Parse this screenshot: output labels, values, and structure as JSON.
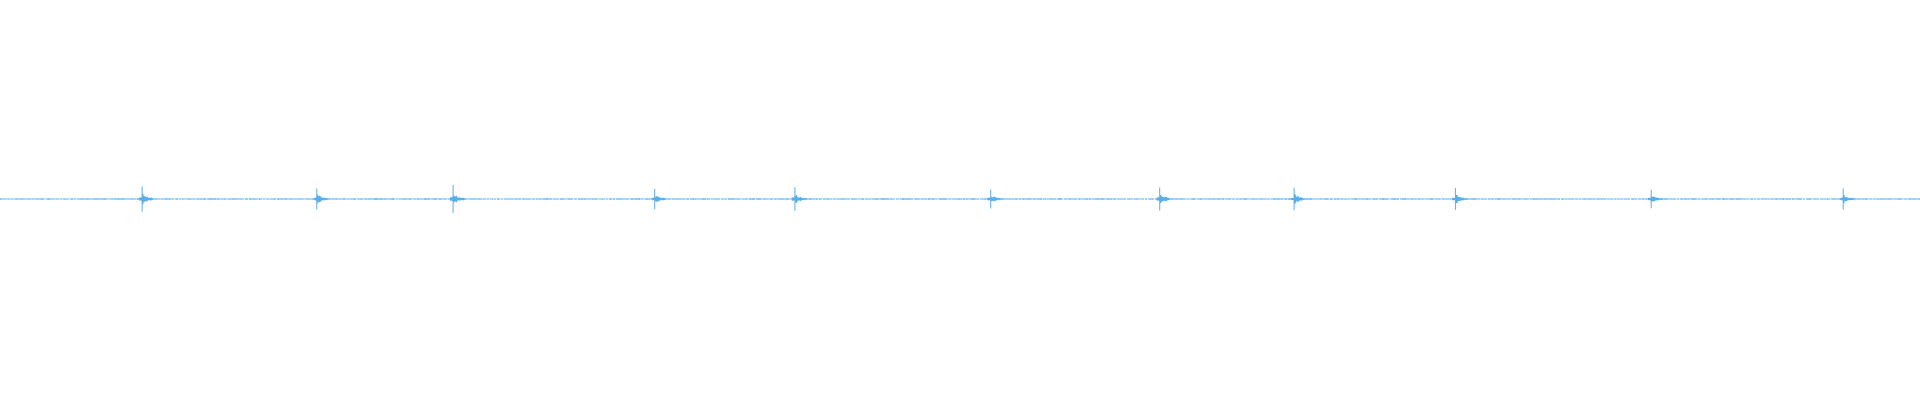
{
  "waveform": {
    "color": "#5aaee6",
    "background": "#ffffff",
    "peak_amplitudes": [
      0.9,
      0.75,
      1.0,
      0.72,
      0.85,
      0.68,
      0.82,
      0.8,
      0.78,
      0.66,
      0.76
    ],
    "peak_positions": [
      0.074,
      0.165,
      0.236,
      0.341,
      0.414,
      0.516,
      0.604,
      0.674,
      0.758,
      0.86,
      0.96
    ]
  }
}
